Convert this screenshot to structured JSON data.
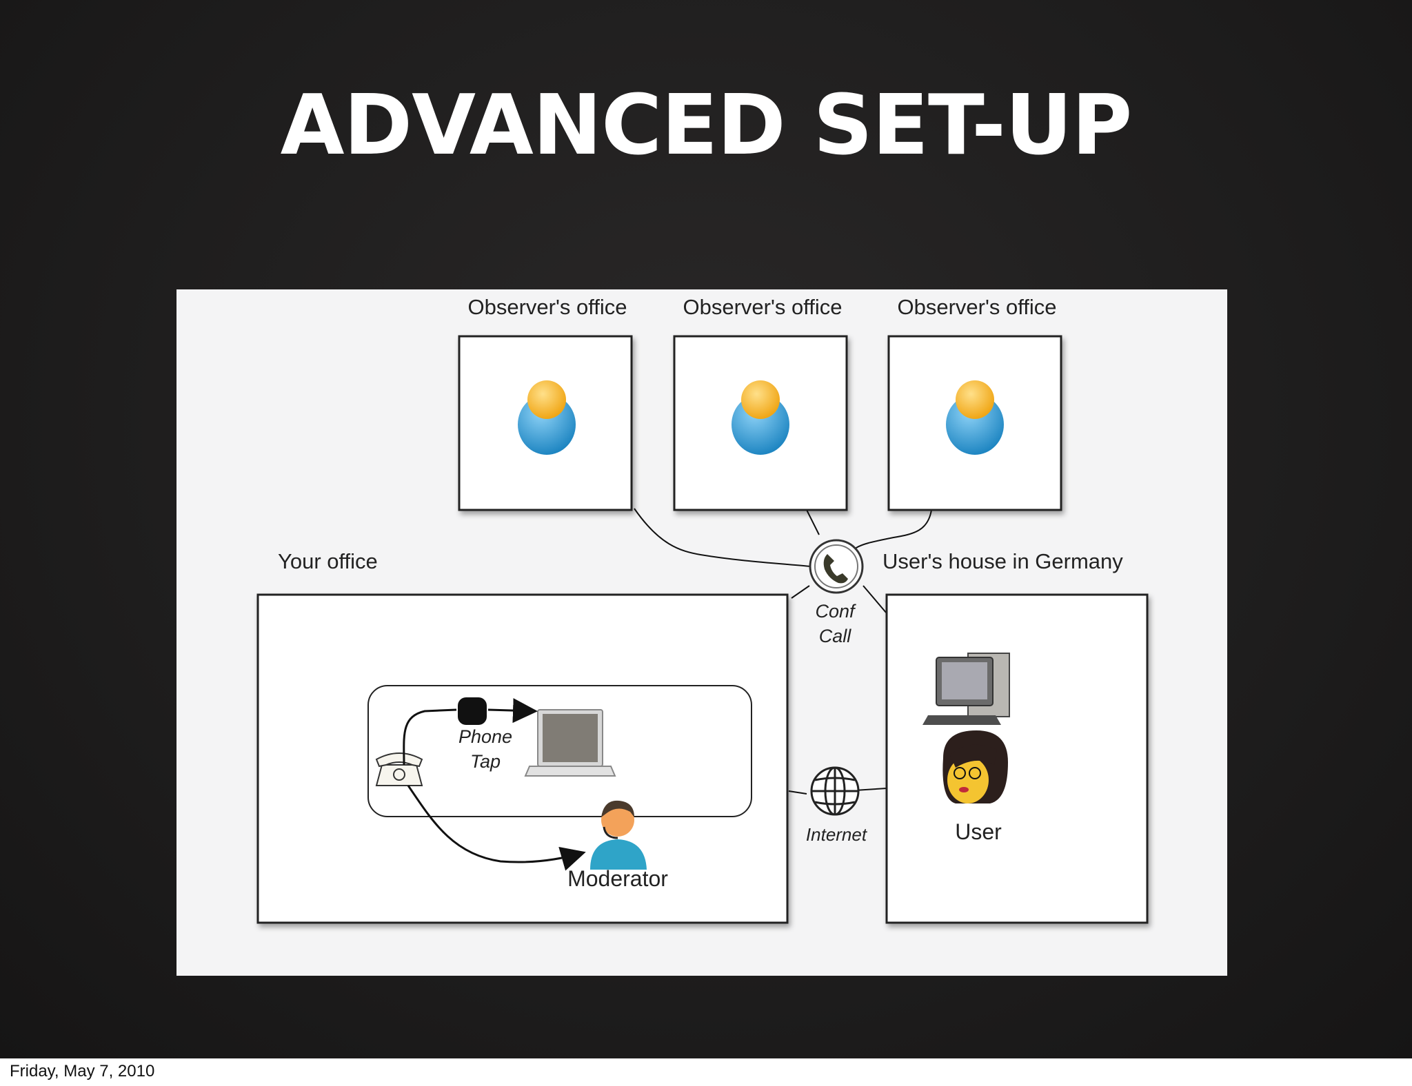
{
  "slide": {
    "title": "ADVANCED SET-UP",
    "footer_date": "Friday, May 7, 2010"
  },
  "diagram": {
    "observers": [
      {
        "label": "Observer's office"
      },
      {
        "label": "Observer's office"
      },
      {
        "label": "Observer's office"
      }
    ],
    "your_office": {
      "label": "Your office",
      "phone_tap_line1": "Phone",
      "phone_tap_line2": "Tap",
      "moderator": "Moderator"
    },
    "conf_call": {
      "line1": "Conf",
      "line2": "Call"
    },
    "internet": "Internet",
    "user_house": {
      "label": "User's house in Germany",
      "user": "User"
    },
    "colors": {
      "panel": "#f4f4f5",
      "box": "#ffffff",
      "person_head": "#f5b731",
      "person_body": "#3fa3d8"
    }
  }
}
